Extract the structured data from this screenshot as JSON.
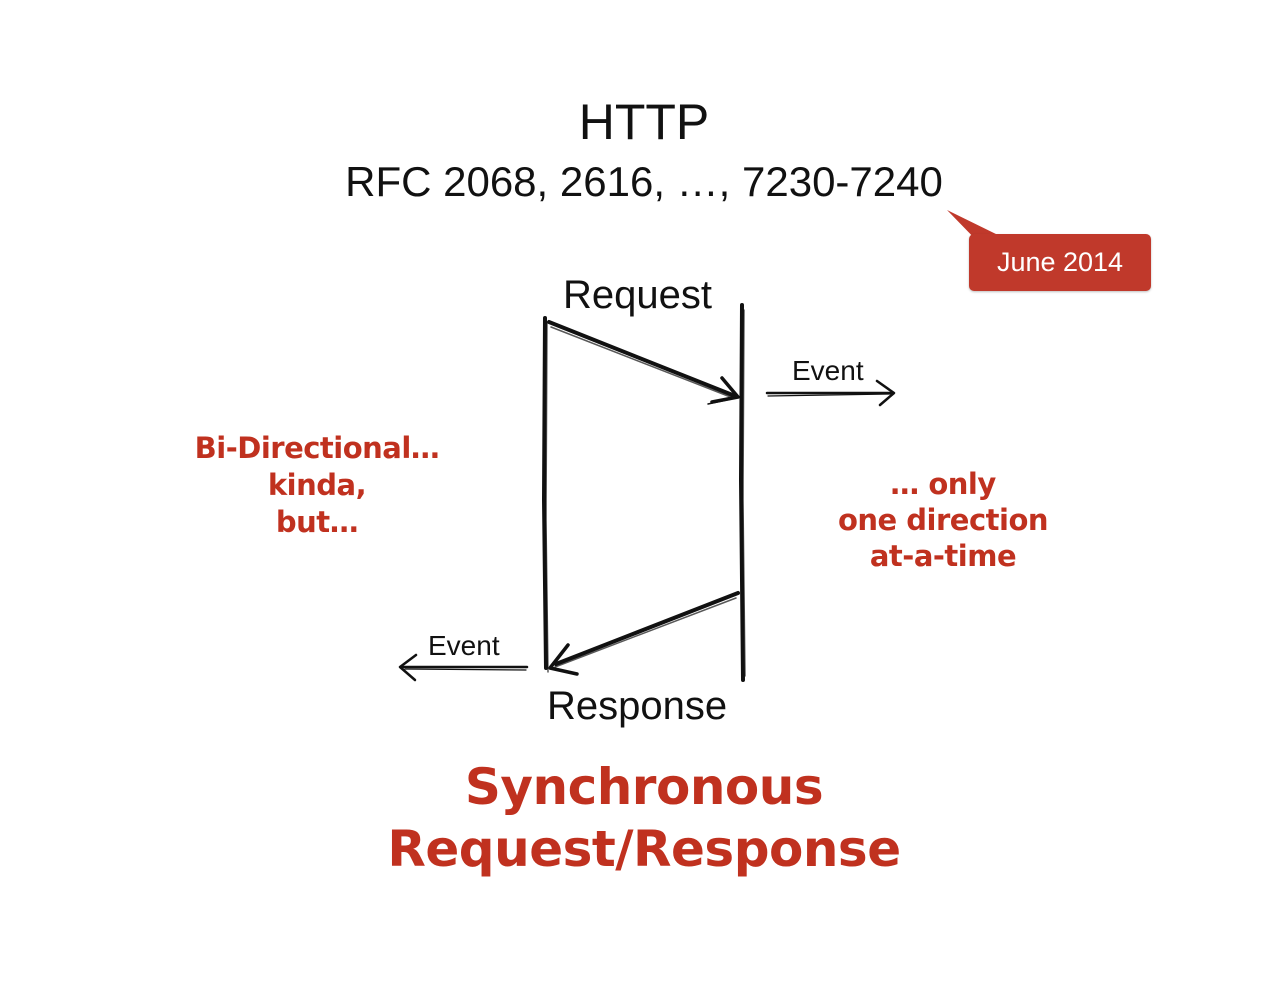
{
  "slide": {
    "title": "HTTP",
    "subtitle": "RFC 2068, 2616, …, 7230-7240",
    "callout": "June 2014",
    "request_label": "Request",
    "response_label": "Response",
    "event_right": "Event",
    "event_left": "Event",
    "note_left": [
      "Bi-Directional… kinda,",
      "but…"
    ],
    "note_right": [
      "… only",
      "one direction",
      "at-a-time"
    ],
    "footer": [
      "Synchronous",
      "Request/Response"
    ]
  },
  "colors": {
    "accent": "#c0311f",
    "callout_bg": "#c0392b",
    "ink": "#111111"
  }
}
